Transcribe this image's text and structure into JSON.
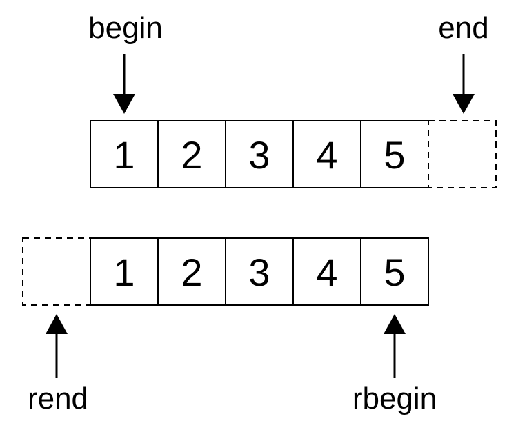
{
  "forward_array": {
    "cells": [
      "1",
      "2",
      "3",
      "4",
      "5"
    ],
    "begin_label": "begin",
    "end_label": "end"
  },
  "reverse_array": {
    "cells": [
      "1",
      "2",
      "3",
      "4",
      "5"
    ],
    "rbegin_label": "rbegin",
    "rend_label": "rend"
  }
}
